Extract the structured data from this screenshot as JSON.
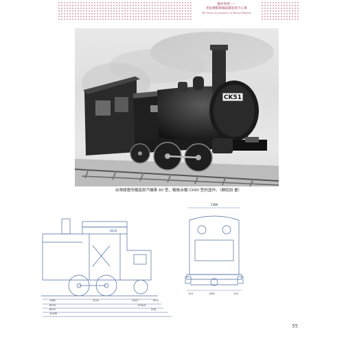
{
  "header": {
    "line1": "鐵木蒸煙——",
    "line2": "蒸氣機關車輛與鐵道蒸汽火車",
    "line3": "The Steam Locomotives of Taiwan Railway"
  },
  "photo": {
    "plate_text": "CK51"
  },
  "caption": {
    "text": "台灣總督府鐵道部汽機車 80 型，戰後台鐵 CK80 型的塗作。（蘇昭旭 畫）"
  },
  "side_diagram": {
    "top_label": "8628",
    "dimensions": [
      "1981",
      "2210",
      "1219",
      "25.4",
      "1244.6",
      "228",
      "6020",
      "6522",
      "10439"
    ]
  },
  "front_diagram": {
    "top_width": "2388",
    "bottom_dims": [
      "133",
      "1067",
      "133"
    ]
  },
  "page_number": "55",
  "colors": {
    "accent": "#b05a7a",
    "drawing_blue": "#4a6a9a"
  }
}
